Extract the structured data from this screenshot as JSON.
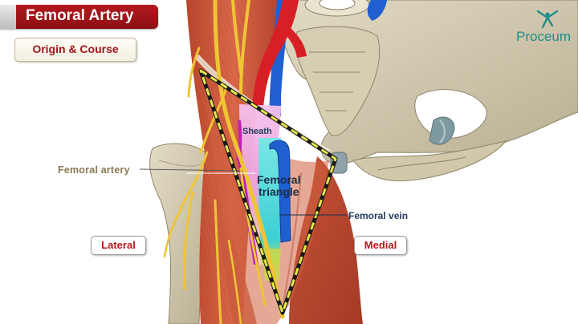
{
  "header": {
    "title": "Femoral Artery",
    "subtitle": "Origin & Course"
  },
  "logo": {
    "text": "Proceum",
    "icon": "dancing-figure-logo-icon"
  },
  "labels": {
    "femoral_artery": "Femoral  artery",
    "femoral_vein": "Femoral vein",
    "sheath": "Sheath",
    "femoral_triangle_line1": "Femoral",
    "femoral_triangle_line2": "triangle",
    "lateral": "Lateral",
    "medial": "Medial"
  },
  "colors": {
    "banner_red": "#a3141a",
    "artery_red": "#d81f26",
    "vein_blue": "#1f5fd0",
    "sheath_pink": "#f3a8e6",
    "sheath_cyan": "#52d8da",
    "triangle_outline": "#e6e64a",
    "logo_teal": "#1f8f8a"
  }
}
